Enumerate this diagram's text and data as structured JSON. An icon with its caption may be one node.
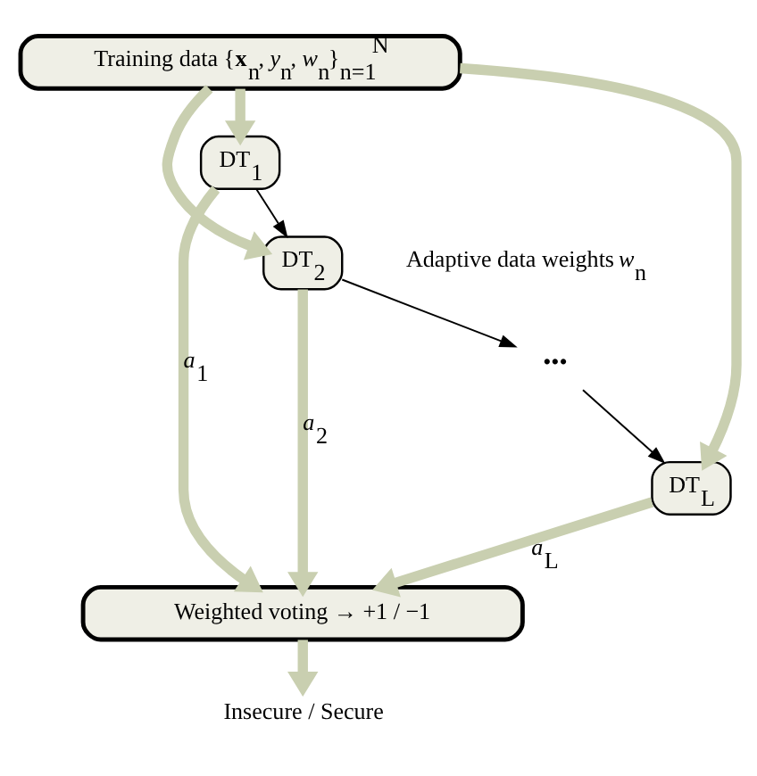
{
  "diagram": {
    "nodes": [
      {
        "text": [
          "Training data {**x**$_{n}$, *y*$_{n}$, *w*$_{n}$}$_{n=1}$$^{N}$"
        ]
      },
      {
        "text": [
          "DT$_{1}$"
        ]
      },
      {
        "text": [
          "DT$_{2}$"
        ]
      },
      {
        "text": [
          "•••"
        ]
      },
      {
        "text": [
          "DT$_{L}$"
        ]
      },
      {
        "text": [
          "Weighted voting → +1 / −1"
        ]
      },
      {
        "text": [
          "Insecure / Secure"
        ]
      }
    ],
    "edges": [
      {
        "from": 0,
        "to": 1,
        "arrow": "to"
      },
      {
        "from": 0,
        "to": 2,
        "arrow": "to"
      },
      {
        "from": 0,
        "to": 4,
        "arrow": "to"
      },
      {
        "from": 1,
        "to": 2,
        "arrow": "to",
        "color": "#000000"
      },
      {
        "from": 2,
        "to": 3,
        "arrow": "to",
        "color": "#000000"
      },
      {
        "from": 3,
        "to": 4,
        "arrow": "to",
        "color": "#000000"
      },
      {
        "from": 1,
        "to": 5,
        "arrow": "to",
        "label": "*a*$_{1}$"
      },
      {
        "from": 2,
        "to": 5,
        "arrow": "to",
        "label": "*a*$_{2}$"
      },
      {
        "from": 4,
        "to": 5,
        "arrow": "to",
        "label": "*a*$_{L}$"
      },
      {
        "from": 5,
        "to": 6,
        "arrow": "to"
      }
    ],
    "labels": [
      "Adaptive data weights *w*$_{n}$"
    ]
  }
}
